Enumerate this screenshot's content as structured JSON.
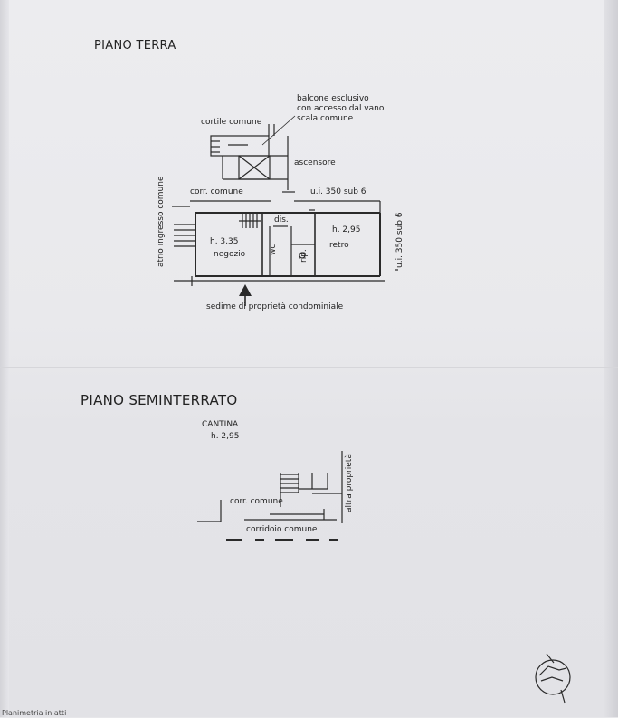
{
  "ground_floor": {
    "title": "PIANO TERRA",
    "balcony_note_1": "balcone esclusivo",
    "balcony_note_2": "con accesso dal vano",
    "balcony_note_3": "scala comune",
    "courtyard": "cortile comune",
    "elevator": "ascensore",
    "common_corridor": "corr. comune",
    "unit_ref": "u.i. 350 sub 6",
    "hallway": "dis.",
    "shop_height": "h. 3,35",
    "shop": "negozio",
    "wc": "wc",
    "storage": "rip.",
    "back_height": "h. 2,95",
    "back_room": "retro",
    "entrance_hall": "atrio ingresso comune",
    "side_unit_ref": "u.i. 350 sub 6",
    "condo_area": "sedime di proprietà condominiale"
  },
  "basement": {
    "title": "PIANO SEMINTERRATO",
    "cellar": "CANTINA",
    "cellar_height": "h. 2,95",
    "common_corridor": "corr. comune",
    "corridor": "corridoio comune",
    "other_property": "altra proprietà"
  },
  "footer": {
    "caption": "Planimetria in atti"
  },
  "colors": {
    "paper": "#e9e9ec",
    "ink": "#2a2a2a"
  },
  "icons": [
    "north-arrow-icon",
    "compass-rose-icon"
  ]
}
